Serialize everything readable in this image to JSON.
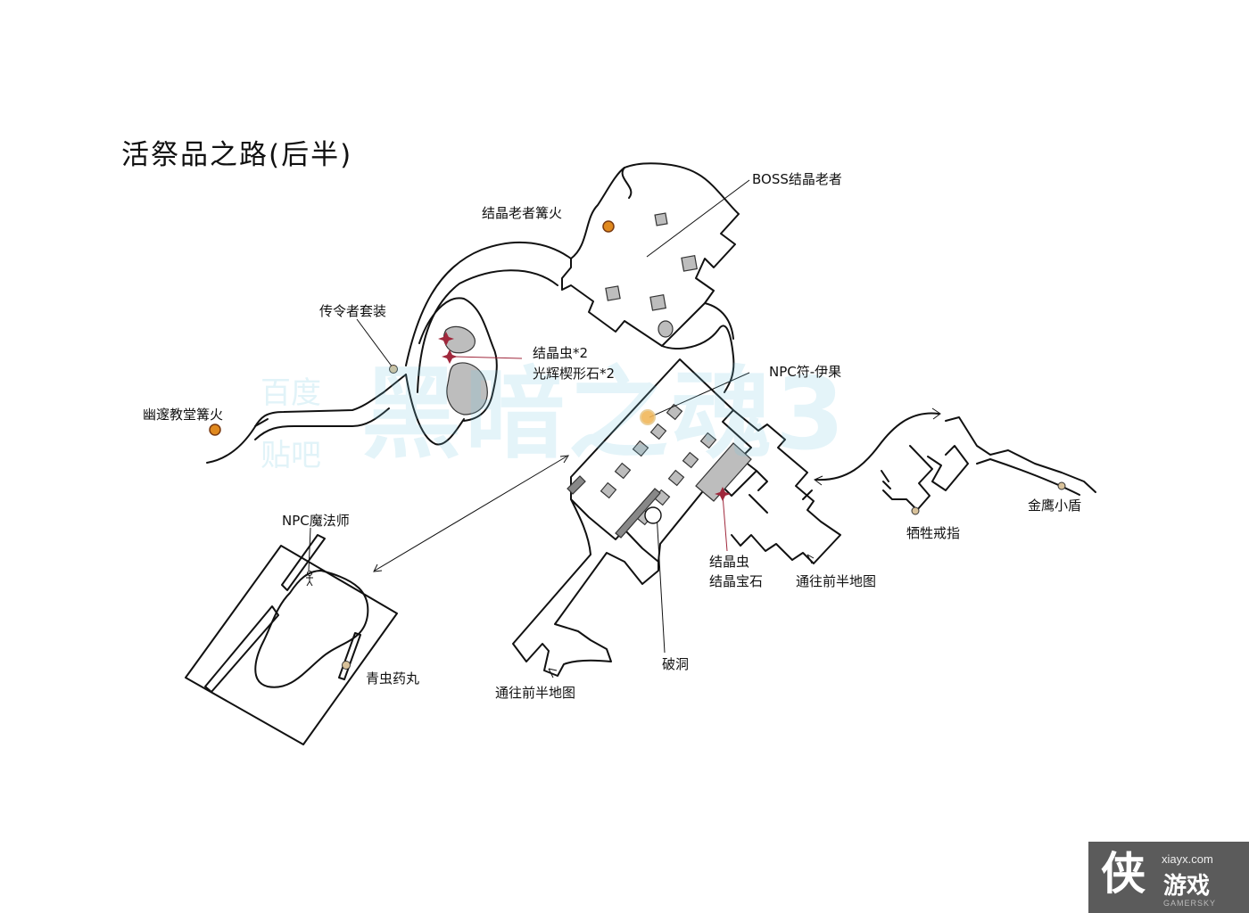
{
  "title": "活祭品之路(后半)",
  "watermark": {
    "main": "黑暗之魂3",
    "tieba_top": "百度",
    "tieba_bottom": "贴吧"
  },
  "labels": {
    "boss": "BOSS结晶老者",
    "bonfire_crystal": "结晶老者篝火",
    "herald_set": "传令者套装",
    "crystal_lizards": "结晶虫*2",
    "shining_stone": "光辉楔形石*2",
    "bonfire_chapel": "幽邃教堂篝火",
    "npc_yuria": "NPC符-伊果",
    "npc_sorcerer": "NPC魔法师",
    "green_blossom": "青虫药丸",
    "crystal_lizard_single": "结晶虫",
    "crystal_gem": "结晶宝石",
    "to_first_half_right": "通往前半地图",
    "to_first_half_left": "通往前半地图",
    "hole": "破洞",
    "sacrifice_ring": "牺牲戒指",
    "golden_shield": "金鹰小盾"
  },
  "logo": {
    "glyph": "侠",
    "url": "xiayx.com",
    "name": "游戏",
    "sub": "GAMERSKY"
  },
  "colors": {
    "bonfire": "#e0891e",
    "bonfire_ring": "#7a3a10",
    "item": "#d9c29a",
    "lizard": "#a0283c",
    "pillar": "#bdbdbd"
  }
}
